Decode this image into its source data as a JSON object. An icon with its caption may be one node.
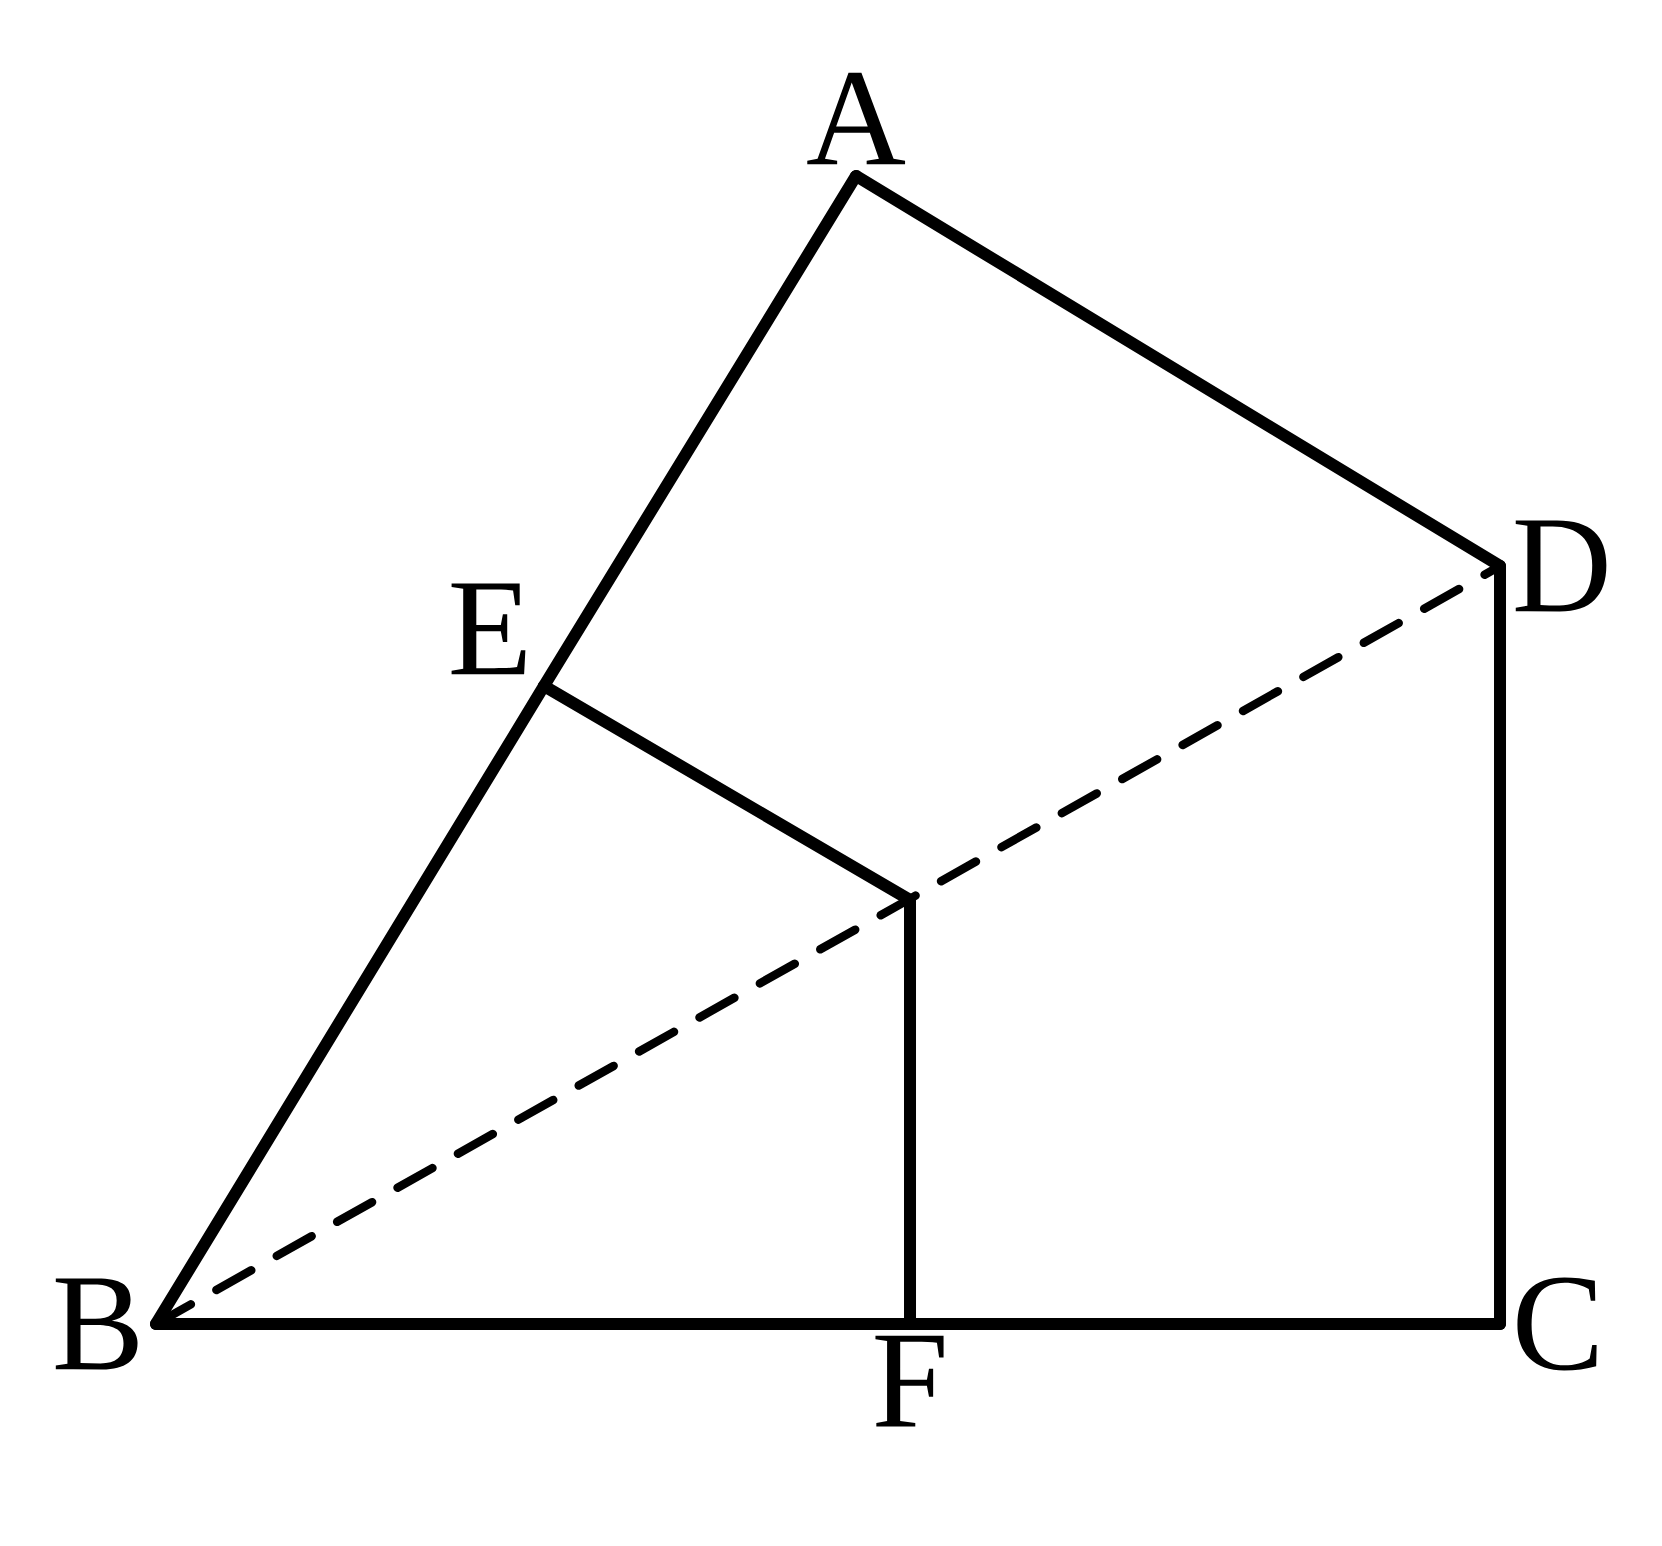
{
  "diagram": {
    "nodes": [
      {
        "text": [
          "A"
        ]
      },
      {
        "text": [
          "B"
        ]
      },
      {
        "text": [
          "C"
        ]
      },
      {
        "text": [
          "D"
        ]
      },
      {
        "text": [
          "E"
        ]
      },
      {
        "text": [
          "F"
        ]
      }
    ],
    "edges": [
      {
        "from": 0,
        "to": 4,
        "arrow": "none"
      },
      {
        "from": 4,
        "to": 1,
        "arrow": "none"
      },
      {
        "from": 0,
        "to": 3,
        "arrow": "none"
      },
      {
        "from": 3,
        "to": 2,
        "arrow": "none"
      },
      {
        "from": 2,
        "to": 5,
        "arrow": "none"
      },
      {
        "from": 5,
        "to": 1,
        "arrow": "none"
      },
      {
        "from": 4,
        "to": 5,
        "arrow": "none"
      },
      {
        "from": 1,
        "to": 3,
        "arrow": "none",
        "style": "dashed"
      }
    ]
  }
}
